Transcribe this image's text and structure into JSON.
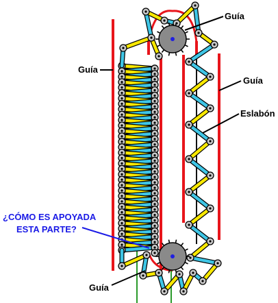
{
  "labels": {
    "guia_top": "Guía",
    "guia_left": "Guía",
    "guia_right": "Guía",
    "eslabon": "Eslabón",
    "question_line1": "¿CÓMO ES APOYADA",
    "question_line2": "ESTA PARTE?",
    "guia_bottom": "Guía"
  },
  "colors": {
    "guide": "#e8151b",
    "link_yellow": "#f8e800",
    "link_cyan": "#3fc6e6",
    "pin": "#c8c8c8",
    "sprocket": "#8a8a8a",
    "hub": "#2020e0",
    "question": "#1a1ae6",
    "shaft": "#2a9a2a",
    "belt": "#101010"
  }
}
